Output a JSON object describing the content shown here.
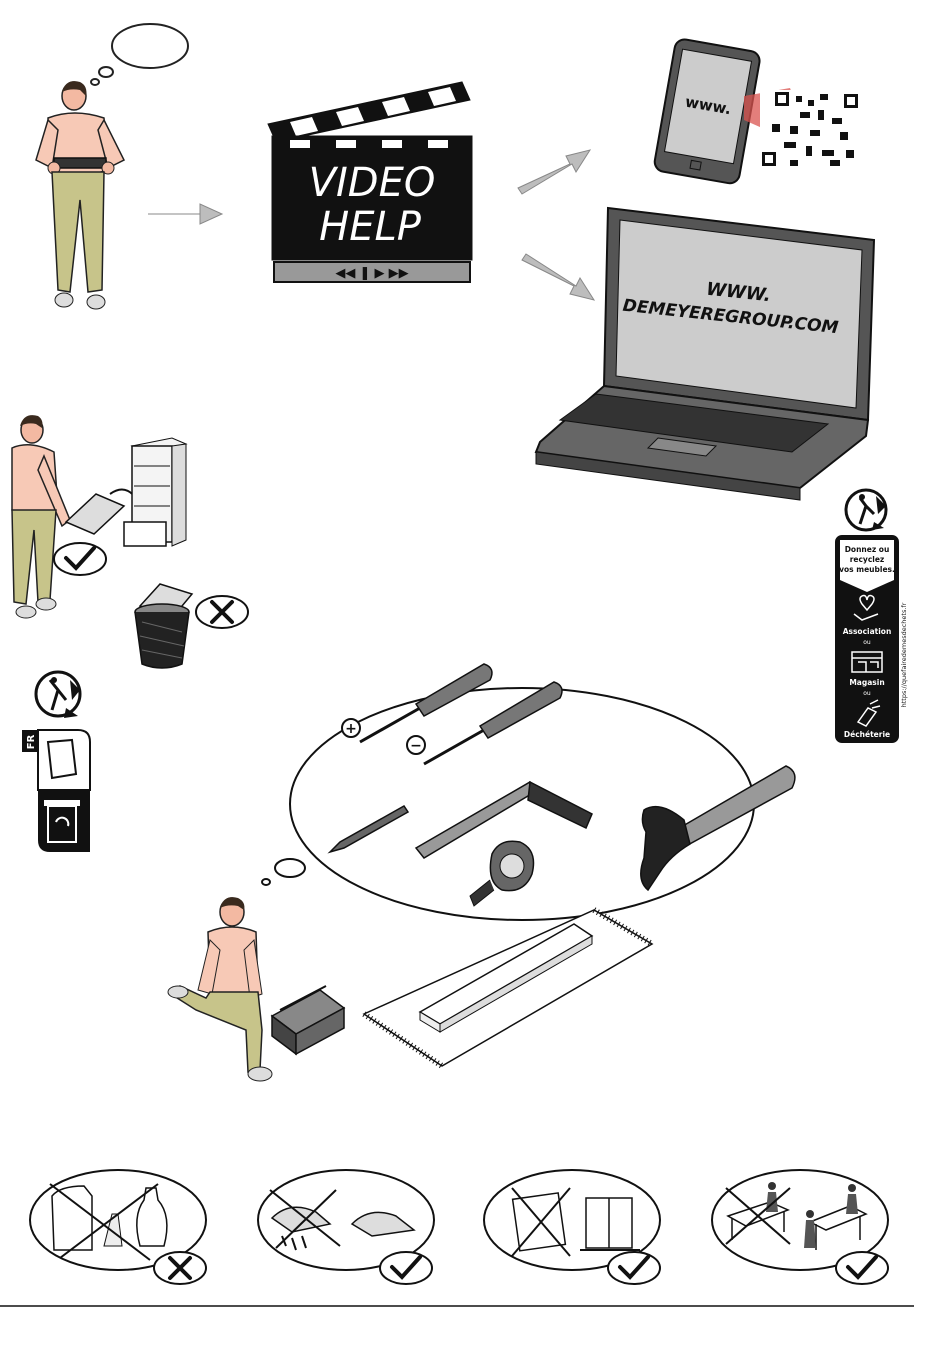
{
  "video_help": {
    "line1": "VIDEO",
    "line2": "HELP",
    "controls": "◀◀ ❚ ▶ ▶▶"
  },
  "phone": {
    "screen_text": "www."
  },
  "laptop": {
    "screen_line1": "WWW.",
    "screen_line2": "DEMEYEREGROUP.COM"
  },
  "recycle_panel": {
    "heading": [
      "Donnez ou",
      "recyclez",
      "vos meubles."
    ],
    "option1": "Association",
    "or1": "ou",
    "option2": "Magasin",
    "or2": "ou",
    "option3": "Déchéterie",
    "url": "https://quefairedemesdechets.fr"
  },
  "triman": {
    "country_badge": "FR"
  },
  "tools": {
    "plus_sign": "+",
    "minus_sign": "−"
  },
  "care_icons": [
    {
      "name": "no-chemical-cleaners",
      "verdict": "cross"
    },
    {
      "name": "dry-cloth-cleaning",
      "verdict": "check"
    },
    {
      "name": "level-floor",
      "verdict": "check"
    },
    {
      "name": "two-person-assembly",
      "verdict": "check"
    }
  ],
  "colors": {
    "skin": "#f3b9a2",
    "shirt": "#f7c9b6",
    "pants": "#c7c48a",
    "dark": "#1a1a1a",
    "screen_gray": "#cccccc",
    "arrow_gray": "#bdbdbd",
    "laser_red": "#d9534f"
  }
}
